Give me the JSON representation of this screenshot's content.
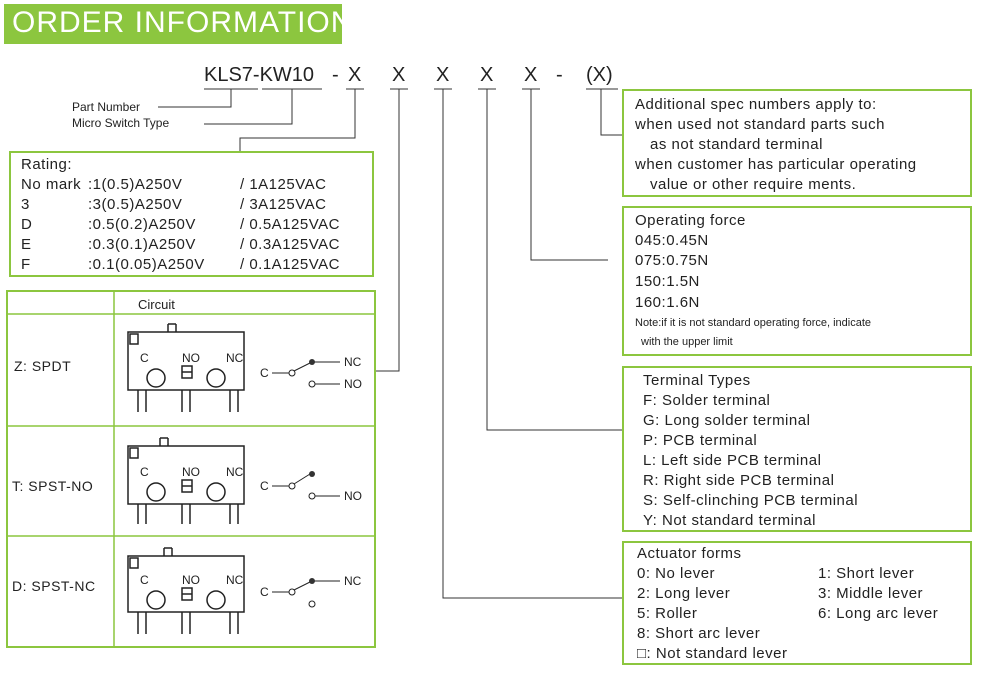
{
  "header": {
    "title": "ORDER INFORMATION"
  },
  "code": {
    "prefix": "KLS7-KW10",
    "sep1": "-",
    "x1": "X",
    "x2": "X",
    "x3": "X",
    "x4": "X",
    "x5": "X",
    "sep2": "-",
    "opt": "(X)"
  },
  "labels": {
    "part_number": "Part Number",
    "switch_type": "Micro Switch Type"
  },
  "rating": {
    "title": "Rating:",
    "rows": [
      {
        "code": "No mark",
        "a": ":1(0.5)A250V",
        "b": "/ 1A125VAC"
      },
      {
        "code": "3",
        "a": ":3(0.5)A250V",
        "b": "/ 3A125VAC"
      },
      {
        "code": "D",
        "a": ":0.5(0.2)A250V",
        "b": "/ 0.5A125VAC"
      },
      {
        "code": "E",
        "a": ":0.3(0.1)A250V",
        "b": "/ 0.3A125VAC"
      },
      {
        "code": "F",
        "a": ":0.1(0.05)A250V",
        "b": "/ 0.1A125VAC"
      }
    ]
  },
  "circuit": {
    "header": "Circuit",
    "rows": [
      {
        "label": "Z: SPDT",
        "c": "C",
        "no": "NO",
        "nc": "NC",
        "out_nc": "NC",
        "out_no": "NO",
        "out_c": "C"
      },
      {
        "label": "T: SPST-NO",
        "c": "C",
        "no": "NO",
        "nc": "NC",
        "out_no": "NO",
        "out_c": "C"
      },
      {
        "label": "D: SPST-NC",
        "c": "C",
        "no": "NO",
        "nc": "NC",
        "out_nc": "NC",
        "out_c": "C"
      }
    ]
  },
  "additional": {
    "lines": [
      "Additional spec numbers apply to:",
      "when used not standard parts such",
      "as not standard terminal",
      "when customer has particular operating",
      "value or other require ments."
    ]
  },
  "force": {
    "title": "Operating force",
    "items": [
      "045:0.45N",
      "075:0.75N",
      "150:1.5N",
      "160:1.6N"
    ],
    "note1": "Note:if it is not standard operating force, indicate",
    "note2": "with the upper limit"
  },
  "terminal": {
    "title": "Terminal Types",
    "items": [
      "F: Solder terminal",
      "G: Long solder terminal",
      "P: PCB terminal",
      "L: Left side PCB terminal",
      "R: Right side PCB terminal",
      "S: Self-clinching PCB terminal",
      "Y: Not standard terminal"
    ]
  },
  "actuator": {
    "title": "Actuator forms",
    "left": [
      "0: No lever",
      "2: Long lever",
      "5: Roller",
      "8: Short arc lever",
      "□: Not standard lever"
    ],
    "right": [
      "1: Short lever",
      "3: Middle lever",
      "6: Long arc lever"
    ]
  }
}
